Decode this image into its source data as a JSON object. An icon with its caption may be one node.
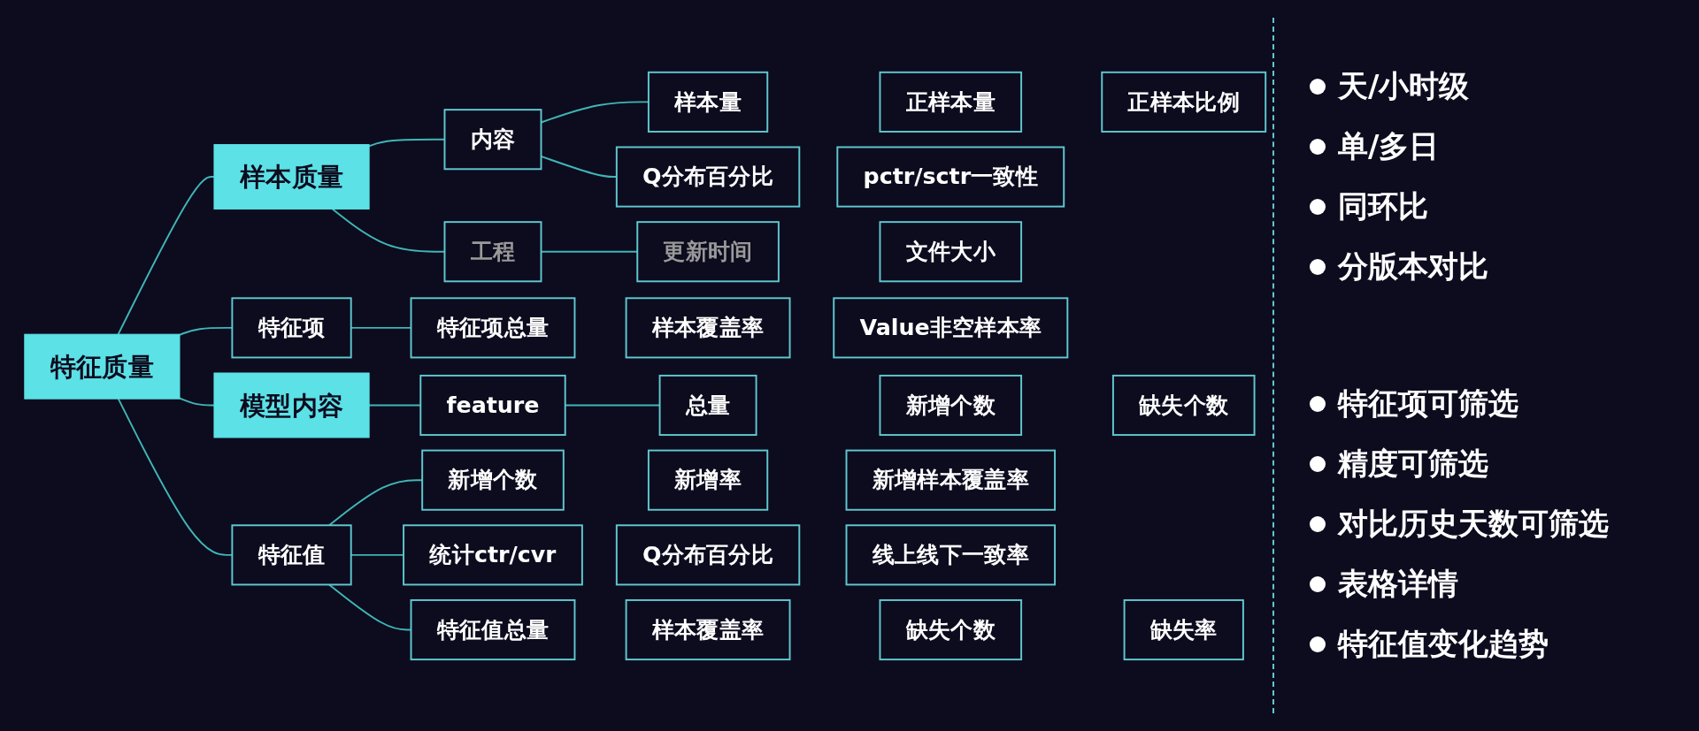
{
  "diagram": {
    "nodes": [
      {
        "text": [
          "样本质量"
        ]
      },
      {
        "text": [
          "内容"
        ]
      },
      {
        "text": [
          "样本量"
        ]
      },
      {
        "text": [
          "正样本量"
        ]
      },
      {
        "text": [
          "正样本比例"
        ]
      },
      {
        "text": [
          "Q分布百分比"
        ]
      },
      {
        "text": [
          "pctr/sctr一致性"
        ]
      },
      {
        "text": [
          "工程"
        ]
      },
      {
        "text": [
          "更新时间"
        ]
      },
      {
        "text": [
          "文件大小"
        ]
      },
      {
        "text": [
          "特征质量"
        ]
      },
      {
        "text": [
          "特征项"
        ]
      },
      {
        "text": [
          "特征项总量"
        ]
      },
      {
        "text": [
          "样本覆盖率"
        ]
      },
      {
        "text": [
          "Value非空样本率"
        ]
      },
      {
        "text": [
          "特征值"
        ]
      },
      {
        "text": [
          "特征值总量"
        ]
      },
      {
        "text": [
          "样本覆盖率"
        ]
      },
      {
        "text": [
          "缺失个数"
        ]
      },
      {
        "text": [
          "缺失率"
        ]
      },
      {
        "text": [
          "新增个数"
        ]
      },
      {
        "text": [
          "新增率"
        ]
      },
      {
        "text": [
          "新增样本覆盖率"
        ]
      },
      {
        "text": [
          "统计ctr/cvr"
        ]
      },
      {
        "text": [
          "Q分布百分比"
        ]
      },
      {
        "text": [
          "线上线下一致率"
        ]
      },
      {
        "text": [
          "模型内容"
        ]
      },
      {
        "text": [
          "feature"
        ]
      },
      {
        "text": [
          "总量"
        ]
      },
      {
        "text": [
          "新增个数"
        ]
      },
      {
        "text": [
          "缺失个数"
        ]
      }
    ],
    "edges": [
      {
        "from": 10,
        "to": 0,
        "arrow": "none"
      },
      {
        "from": 10,
        "to": 26,
        "arrow": "none"
      },
      {
        "from": 0,
        "to": 1,
        "arrow": "none"
      },
      {
        "from": 0,
        "to": 7,
        "arrow": "none"
      },
      {
        "from": 1,
        "to": 2,
        "arrow": "none"
      },
      {
        "from": 1,
        "to": 5,
        "arrow": "none"
      },
      {
        "from": 7,
        "to": 8,
        "arrow": "none"
      },
      {
        "from": 10,
        "to": 11,
        "arrow": "none"
      },
      {
        "from": 10,
        "to": 15,
        "arrow": "none"
      },
      {
        "from": 11,
        "to": 12,
        "arrow": "none"
      },
      {
        "from": 15,
        "to": 16,
        "arrow": "none"
      },
      {
        "from": 15,
        "to": 20,
        "arrow": "none"
      },
      {
        "from": 15,
        "to": 23,
        "arrow": "none"
      },
      {
        "from": 26,
        "to": 27,
        "arrow": "none"
      },
      {
        "from": 27,
        "to": 28,
        "arrow": "none"
      }
    ],
    "labels": [
      "天/小时级",
      "单/多日",
      "同环比",
      "分版本对比",
      "特征项可筛选",
      "精度可筛选",
      "对比历史天数可筛选",
      "表格详情",
      "特征值变化趋势"
    ]
  }
}
